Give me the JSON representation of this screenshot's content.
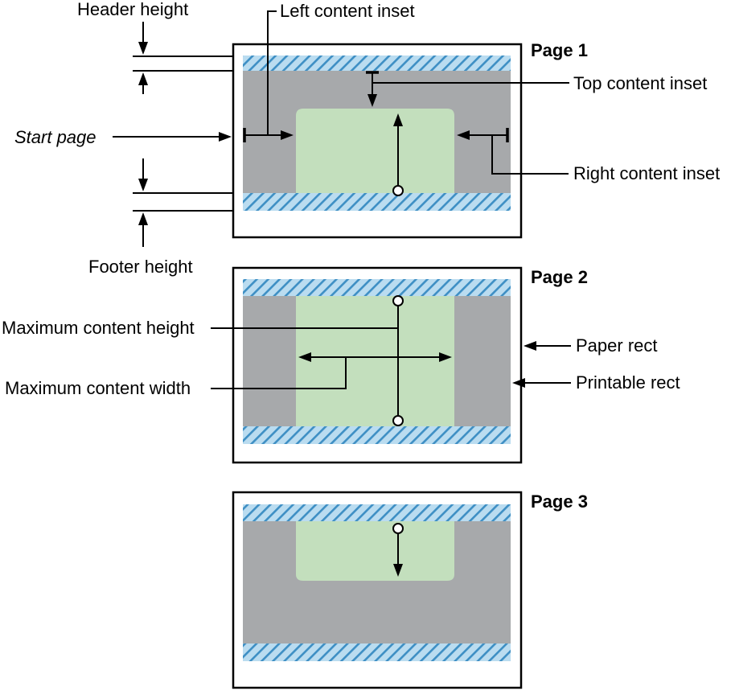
{
  "colors": {
    "stripe_fill": "#badcf0",
    "stripe_line": "#3e8fc4",
    "printable_fill": "#a7a9ab",
    "content_fill": "#c3dfbd",
    "page_fill": "#ffffff",
    "line_color": "#000000"
  },
  "labels": {
    "header_height": "Header height",
    "left_content_inset": "Left content inset",
    "page_1": "Page 1",
    "top_content_inset": "Top content inset",
    "start_page": "Start page",
    "right_content_inset": "Right content inset",
    "footer_height": "Footer height",
    "page_2": "Page 2",
    "maximum_content_height": "Maximum content height",
    "maximum_content_width": "Maximum content width",
    "paper_rect": "Paper rect",
    "printable_rect": "Printable rect",
    "page_3": "Page 3"
  }
}
